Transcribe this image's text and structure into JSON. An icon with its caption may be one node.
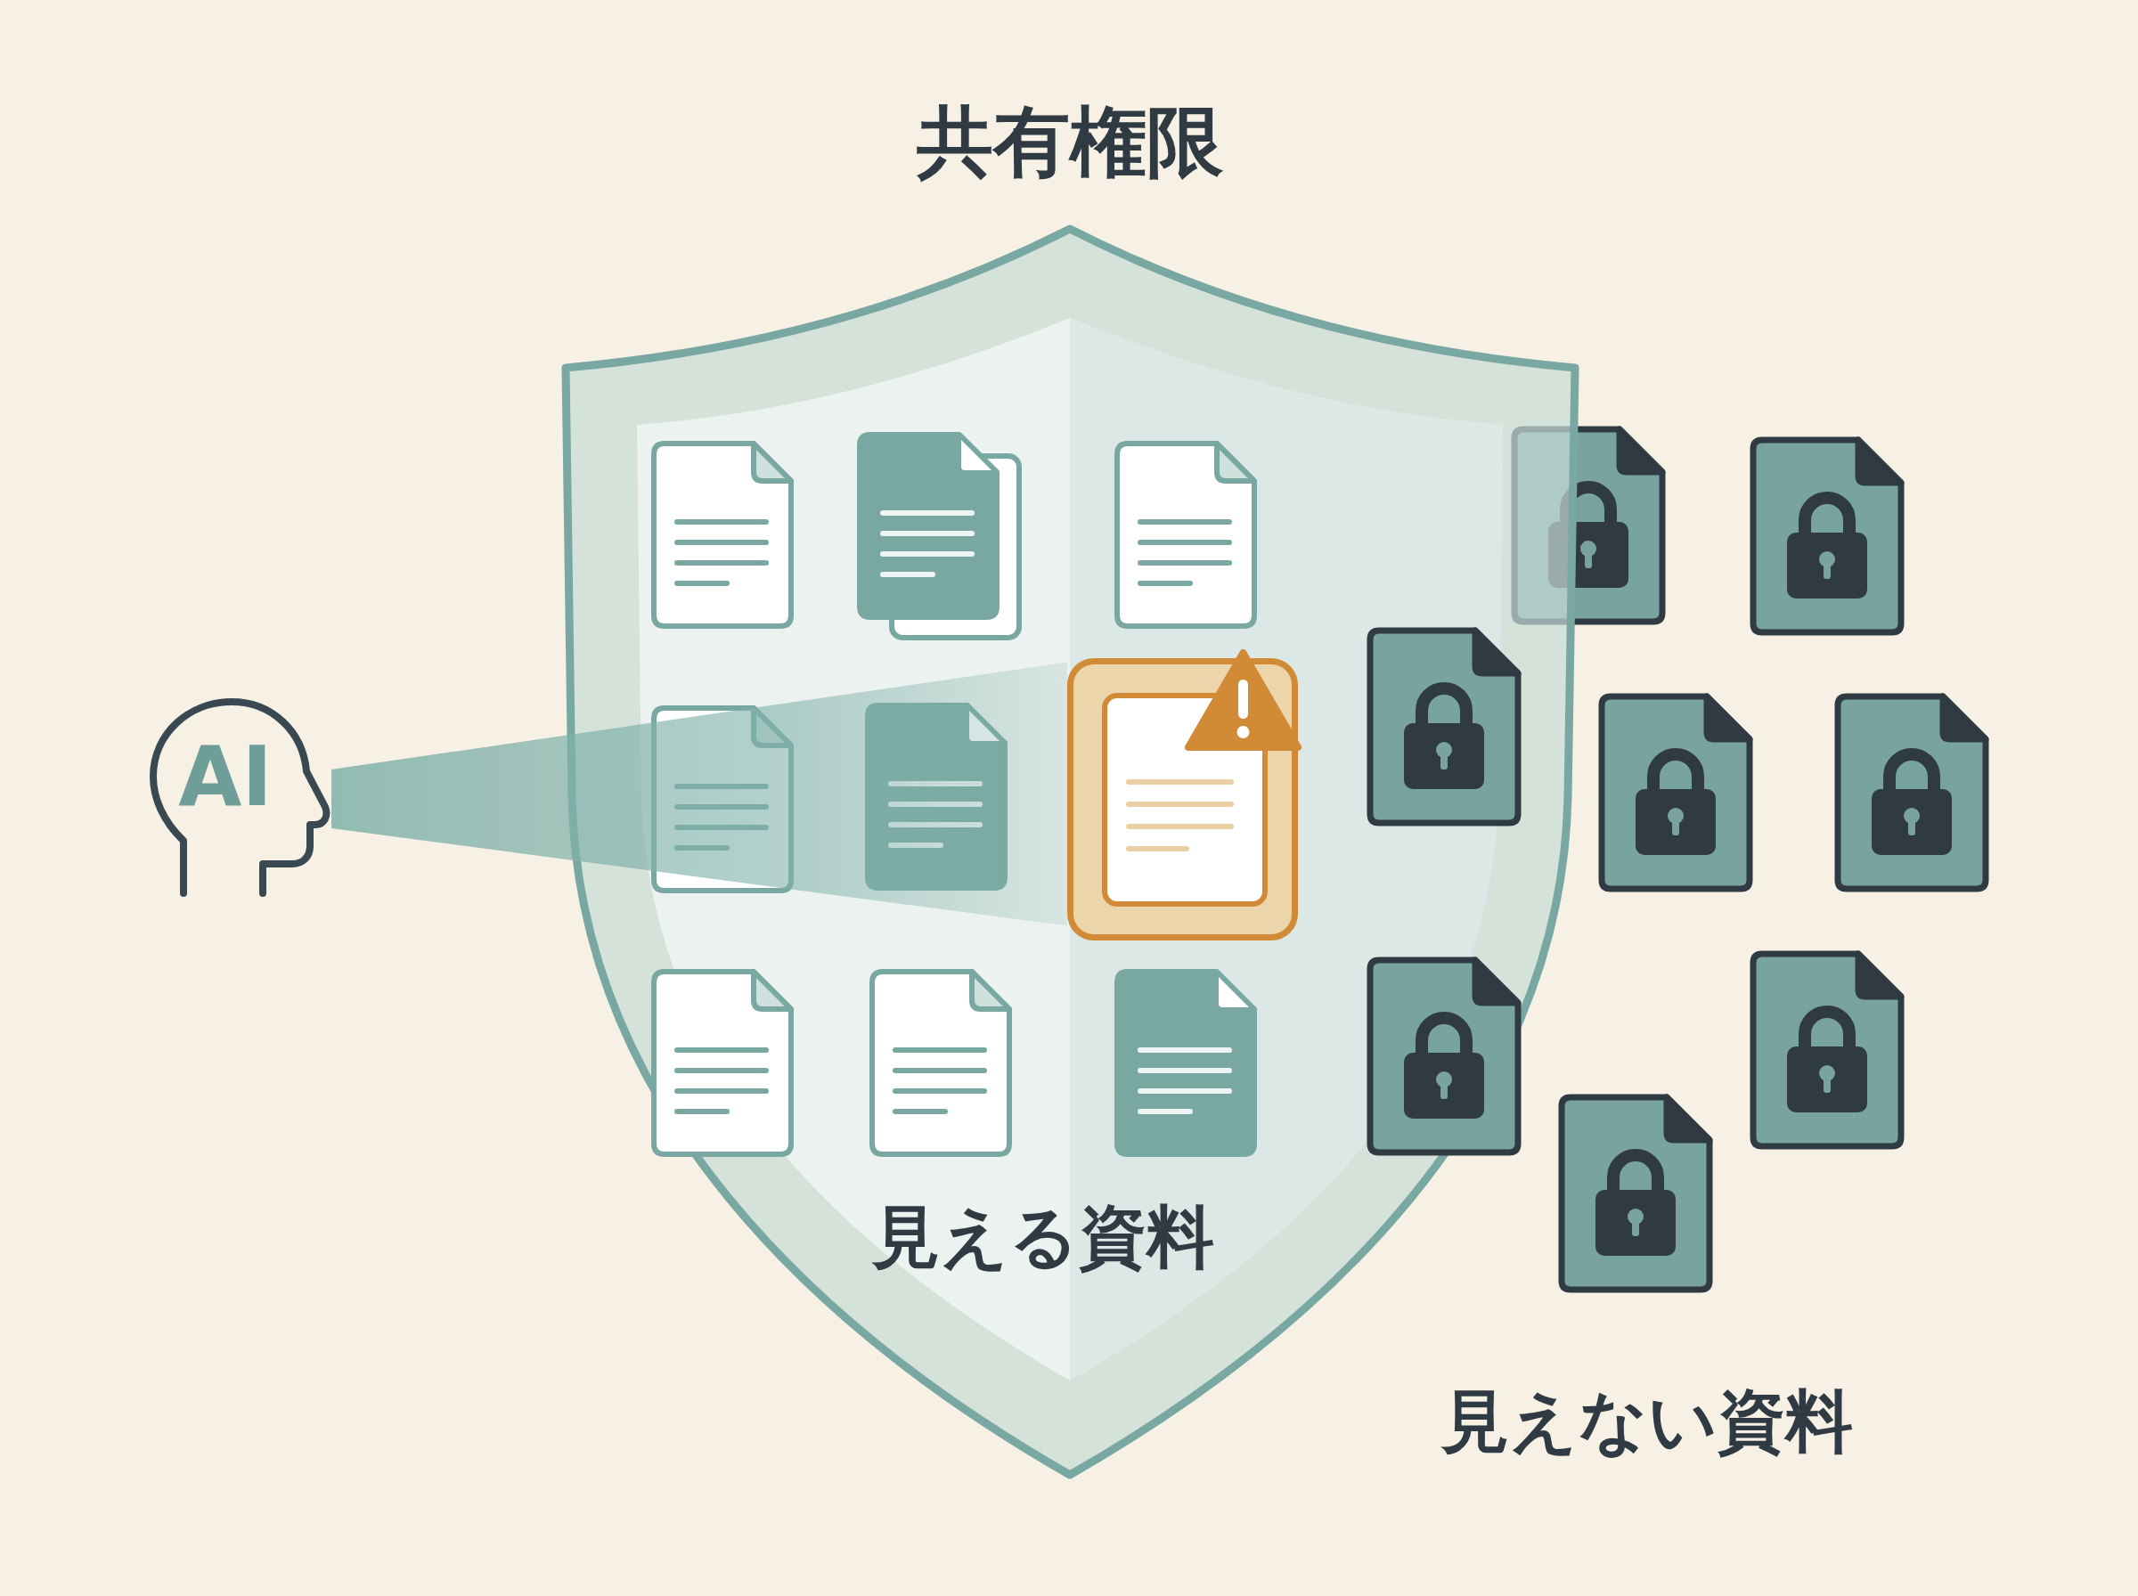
{
  "diagram": {
    "title": "共有権限",
    "nodes": [
      {
        "text": [
          "見える資料"
        ]
      },
      {
        "text": [
          "AI"
        ]
      },
      {
        "text": [],
        "shape": "picture",
        "in": 0
      }
    ],
    "edges": [
      {
        "from": 1,
        "to": 2,
        "arrow": "none"
      }
    ],
    "labels": [
      "見えない資料"
    ]
  }
}
